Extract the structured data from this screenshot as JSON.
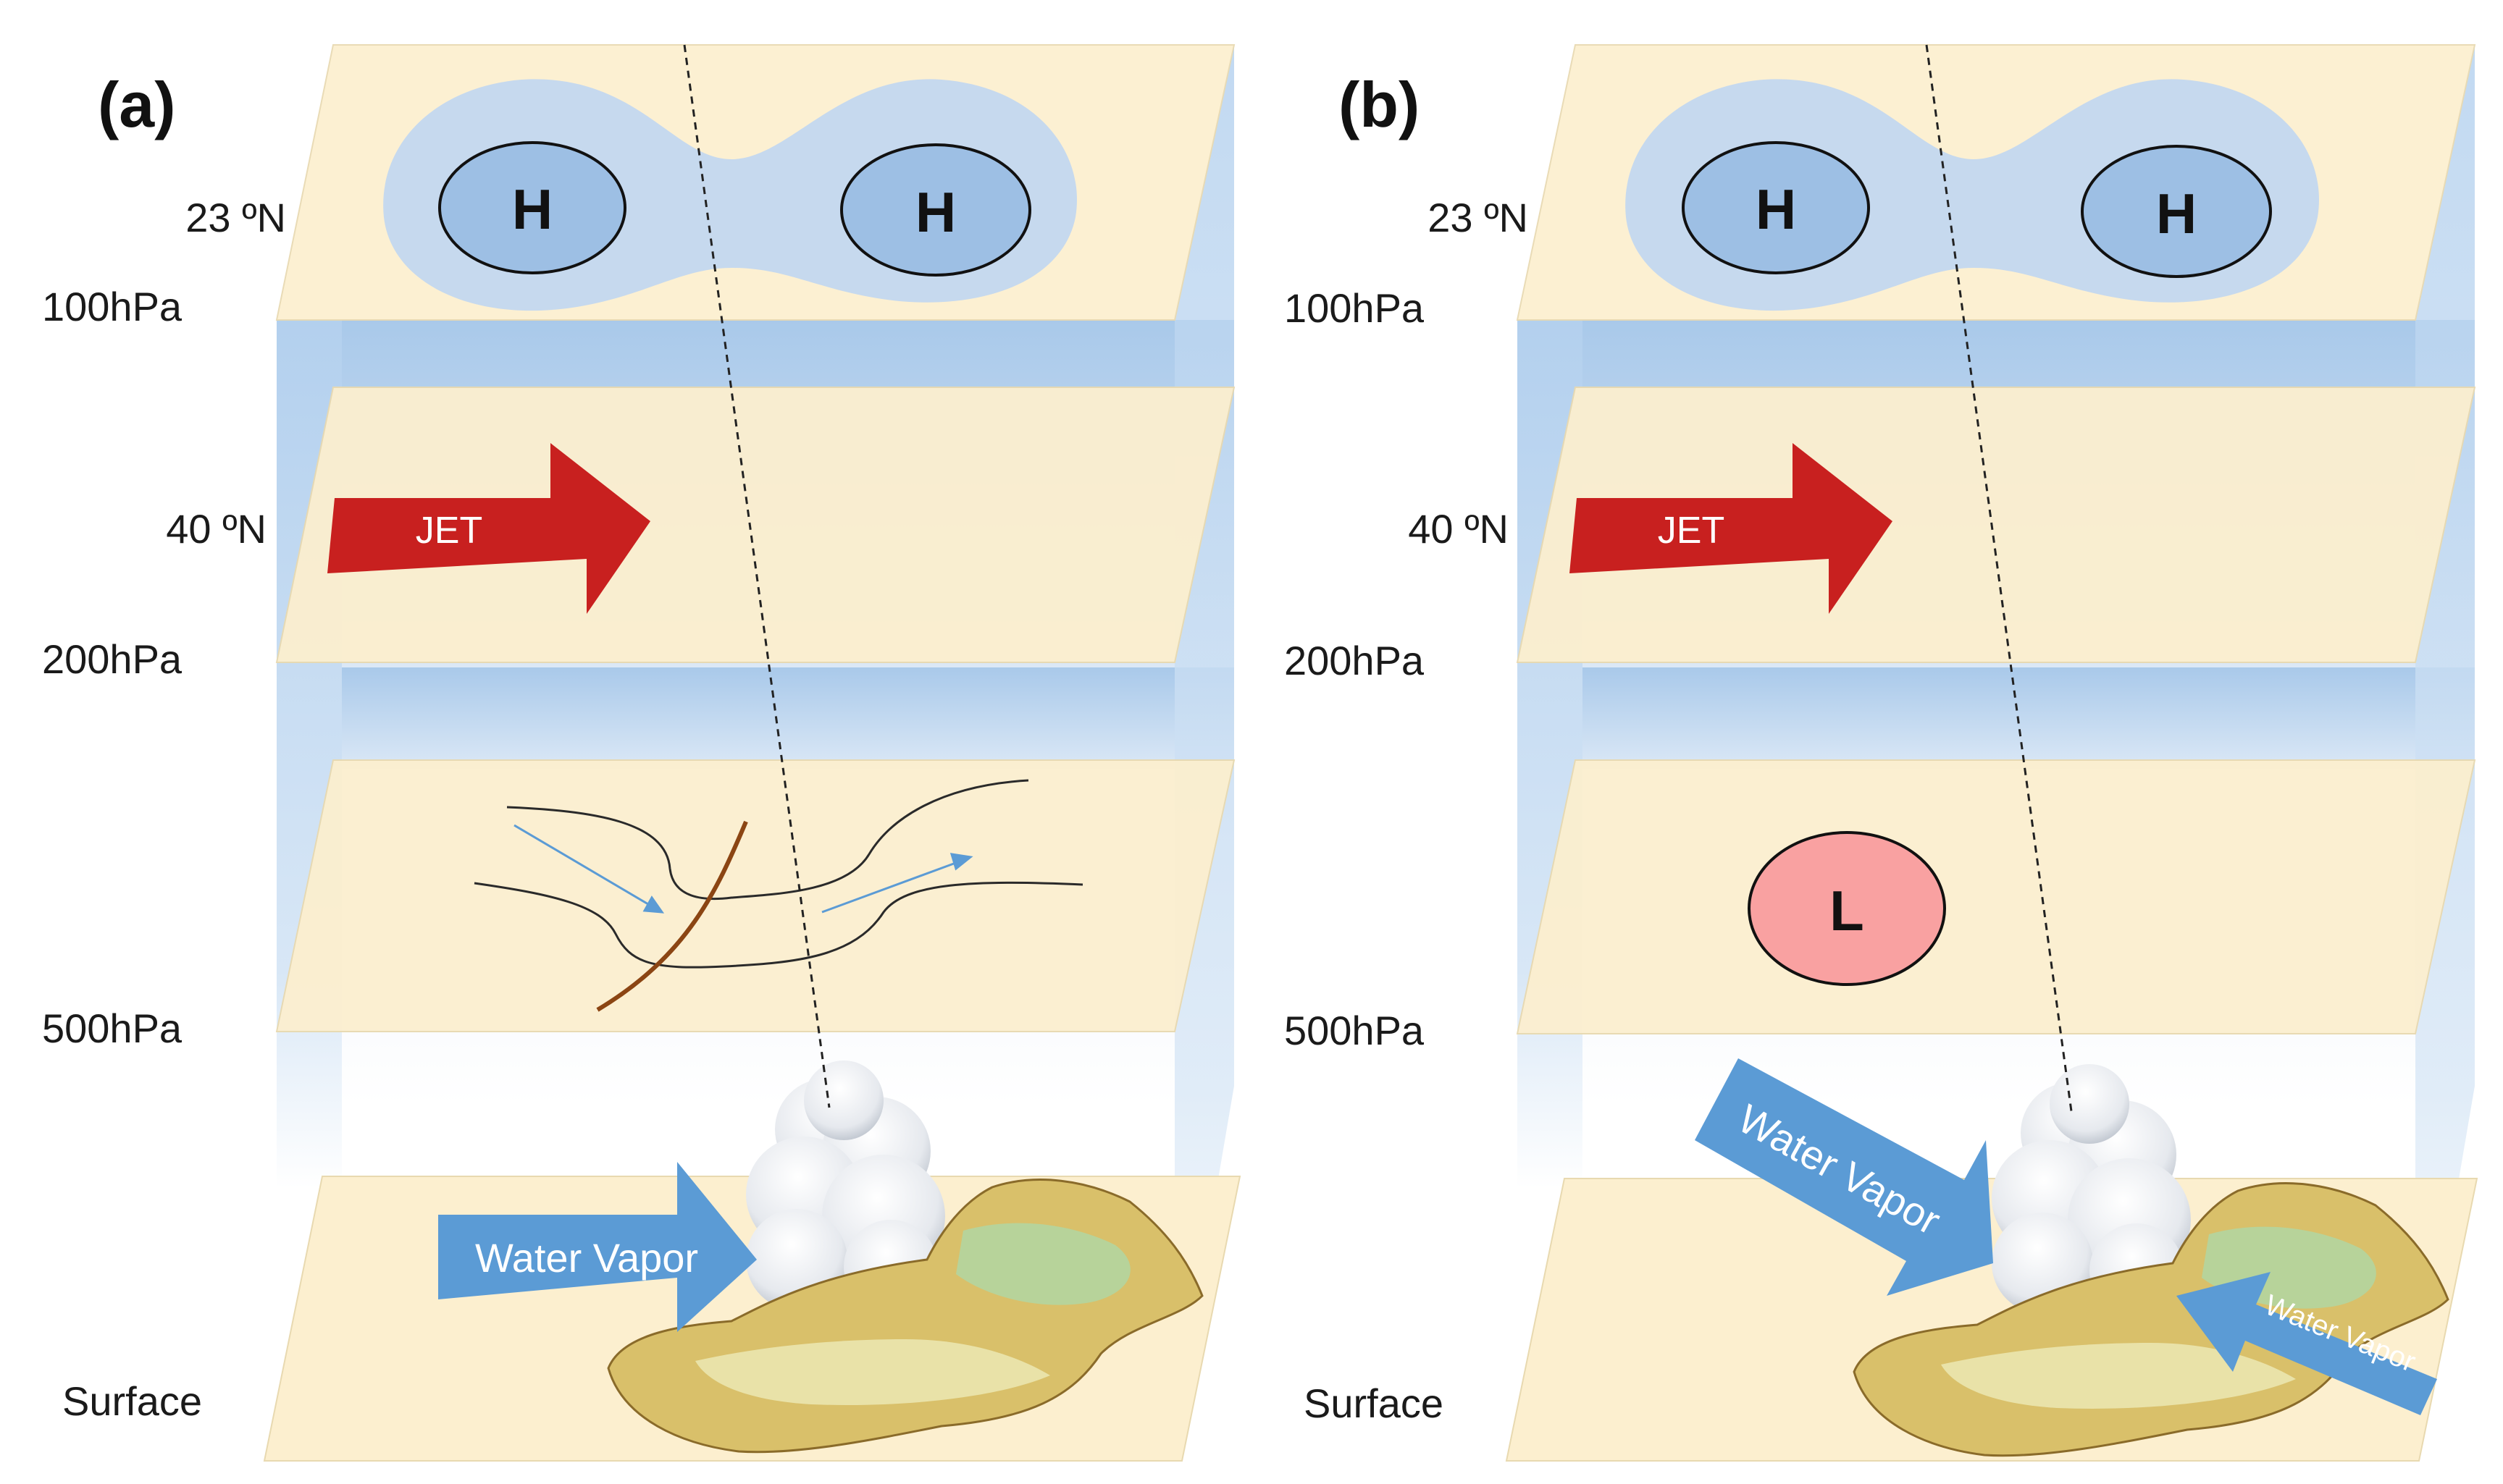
{
  "panels": [
    {
      "id": "a",
      "label": "(a)",
      "latitudes": {
        "upper": "23 ºN",
        "middle": "40 ºN"
      },
      "levels": {
        "l100": "100hPa",
        "l200": "200hPa",
        "l500": "500hPa",
        "surface": "Surface"
      },
      "highs": [
        "H",
        "H"
      ],
      "jet": "JET",
      "vapor": [
        "Water Vapor"
      ]
    },
    {
      "id": "b",
      "label": "(b)",
      "latitudes": {
        "upper": "23 ºN",
        "middle": "40 ºN"
      },
      "levels": {
        "l100": "100hPa",
        "l200": "200hPa",
        "l500": "500hPa",
        "surface": "Surface"
      },
      "highs": [
        "H",
        "H"
      ],
      "low": "L",
      "jet": "JET",
      "vapor": [
        "Water Vapor",
        "Water Vapor"
      ]
    }
  ],
  "colors": {
    "plane": "#fcefcf",
    "column": "#b9d4ee",
    "high_halo": "#c6d9ee",
    "high_core": "#9dbfe4",
    "low": "#f9a1a1",
    "jet": "#c8201f",
    "vapor": "#5b9bd5",
    "trough_line": "#8b4513"
  }
}
